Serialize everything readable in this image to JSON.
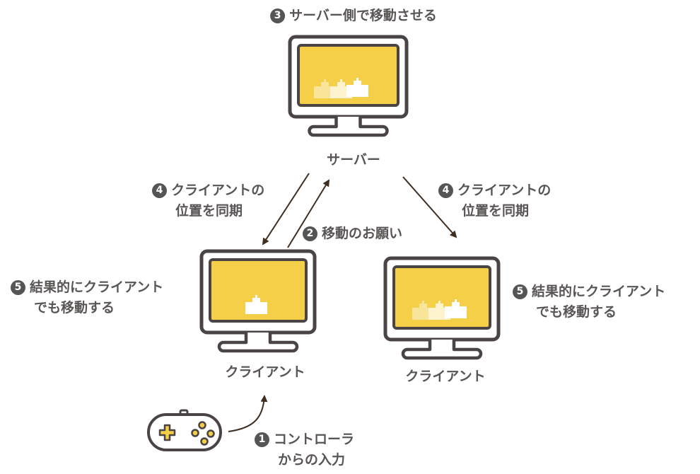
{
  "colors": {
    "outline": "#4a4444",
    "screen": "#f4cf47",
    "text": "#5a5555",
    "arrow": "#3f2f22"
  },
  "steps": [
    {
      "number": "1",
      "lines": [
        "コントローラ",
        "からの入力"
      ]
    },
    {
      "number": "2",
      "lines": [
        "移動のお願い"
      ]
    },
    {
      "number": "3",
      "lines": [
        "サーバー側で移動させる"
      ]
    },
    {
      "number": "4",
      "lines": [
        "クライアントの",
        "位置を同期"
      ]
    },
    {
      "number": "5",
      "lines": [
        "結果的にクライアント",
        "でも移動する"
      ]
    }
  ],
  "nodes": {
    "server": "サーバー",
    "client_left": "クライアント",
    "client_right": "クライアント"
  },
  "icons": [
    "monitor-icon",
    "castle-icon",
    "gamepad-icon",
    "arrow-icon"
  ]
}
